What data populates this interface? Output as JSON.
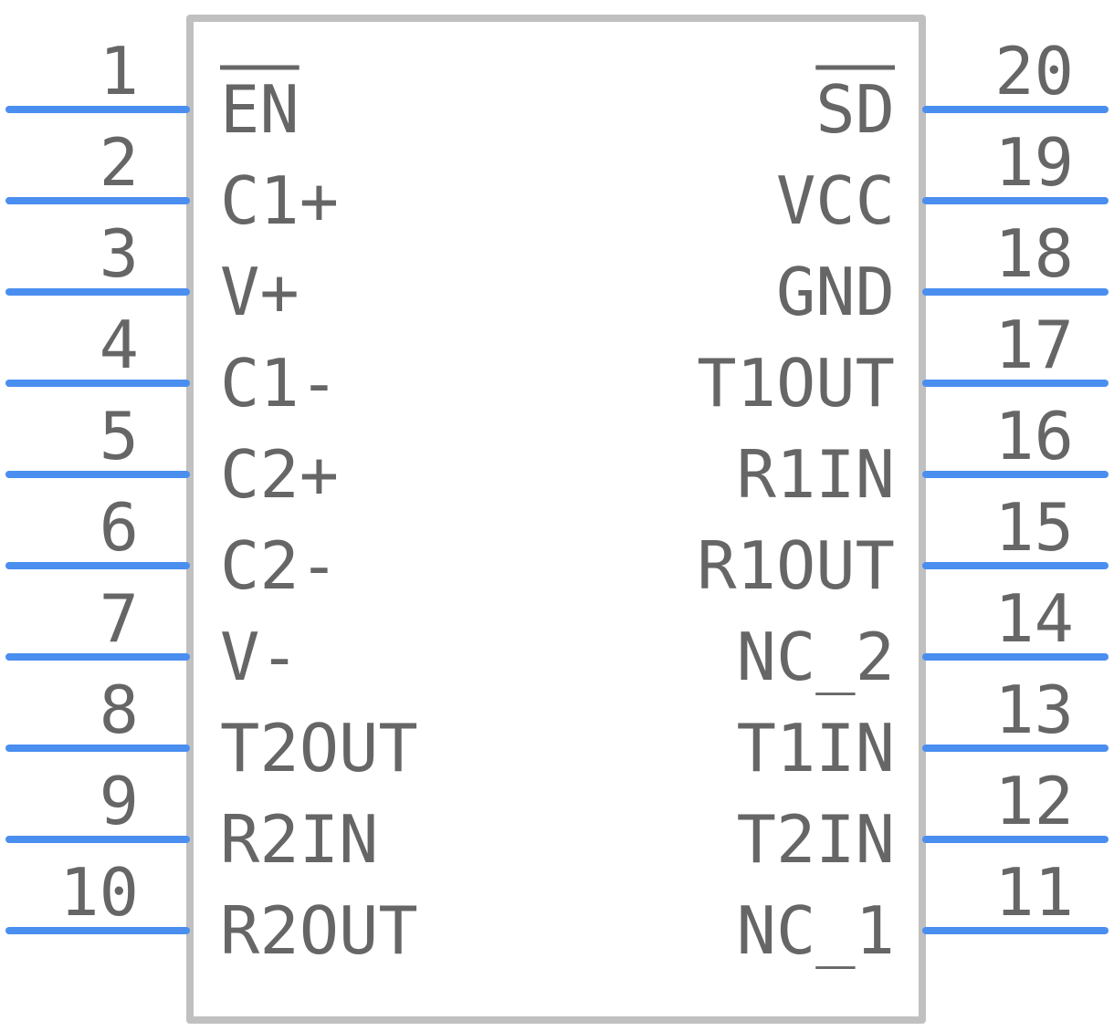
{
  "colors": {
    "body_outline": "#c0c0c0",
    "pin_line": "#4a8ef0",
    "text": "#666666"
  },
  "left_pins": [
    {
      "number": "1",
      "label": "EN",
      "overbar": true
    },
    {
      "number": "2",
      "label": "C1+"
    },
    {
      "number": "3",
      "label": "V+"
    },
    {
      "number": "4",
      "label": "C1-"
    },
    {
      "number": "5",
      "label": "C2+"
    },
    {
      "number": "6",
      "label": "C2-"
    },
    {
      "number": "7",
      "label": "V-"
    },
    {
      "number": "8",
      "label": "T2OUT"
    },
    {
      "number": "9",
      "label": "R2IN"
    },
    {
      "number": "10",
      "label": "R2OUT"
    }
  ],
  "right_pins": [
    {
      "number": "20",
      "label": "SD",
      "overbar": true
    },
    {
      "number": "19",
      "label": "VCC"
    },
    {
      "number": "18",
      "label": "GND"
    },
    {
      "number": "17",
      "label": "T1OUT"
    },
    {
      "number": "16",
      "label": "R1IN"
    },
    {
      "number": "15",
      "label": "R1OUT"
    },
    {
      "number": "14",
      "label": "NC_2"
    },
    {
      "number": "13",
      "label": "T1IN"
    },
    {
      "number": "12",
      "label": "T2IN"
    },
    {
      "number": "11",
      "label": "NC_1"
    }
  ]
}
